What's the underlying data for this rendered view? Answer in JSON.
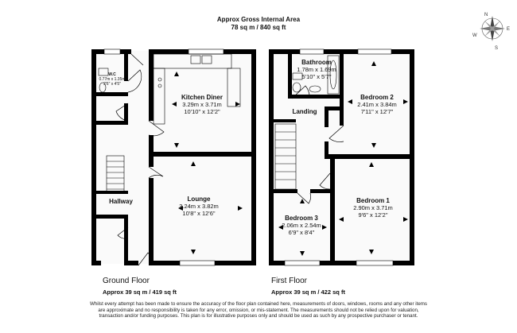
{
  "header": {
    "title": "Approx Gross Internal Area",
    "area": "78 sq m / 840 sq ft"
  },
  "compass": {
    "n": "N",
    "e": "E",
    "s": "S",
    "w": "W"
  },
  "rooms": {
    "wc": {
      "name": "W.C",
      "metric": "0.77m x 1.35m",
      "imperial": "2'6\" x 4'5\""
    },
    "kitchen": {
      "name": "Kitchen Diner",
      "metric": "3.29m x 3.71m",
      "imperial": "10'10\" x 12'2\""
    },
    "lounge": {
      "name": "Lounge",
      "metric": "3.24m x 3.82m",
      "imperial": "10'8\" x 12'6\""
    },
    "hallway": {
      "name": "Hallway"
    },
    "bathroom": {
      "name": "Bathroom",
      "metric": "1.78m x 1.69m",
      "imperial": "5'10\" x 5'7\""
    },
    "bedroom2": {
      "name": "Bedroom 2",
      "metric": "2.41m x 3.84m",
      "imperial": "7'11\" x 12'7\""
    },
    "landing": {
      "name": "Landing"
    },
    "bedroom1": {
      "name": "Bedroom 1",
      "metric": "2.90m x 3.71m",
      "imperial": "9'6\" x 12'2\""
    },
    "bedroom3": {
      "name": "Bedroom 3",
      "metric": "2.06m x 2.54m",
      "imperial": "6'9\" x 8'4\""
    }
  },
  "floors": {
    "ground": {
      "name": "Ground Floor",
      "area": "Approx 39 sq m / 419 sq ft"
    },
    "first": {
      "name": "First Floor",
      "area": "Approx 39 sq m / 422 sq ft"
    }
  },
  "disclaimer": "Whilst every attempt has been made to ensure the accuracy of the floor plan contained here, measurements of doors, windows, rooms and any other items are approximate and no responsibility is taken for any error, omission, or mis-statement. The measurements should not be relied upon for valuation, transaction and/or funding purposes. This plan is for illustrative purposes only and should be used as such by any prospective purchaser or tenant."
}
